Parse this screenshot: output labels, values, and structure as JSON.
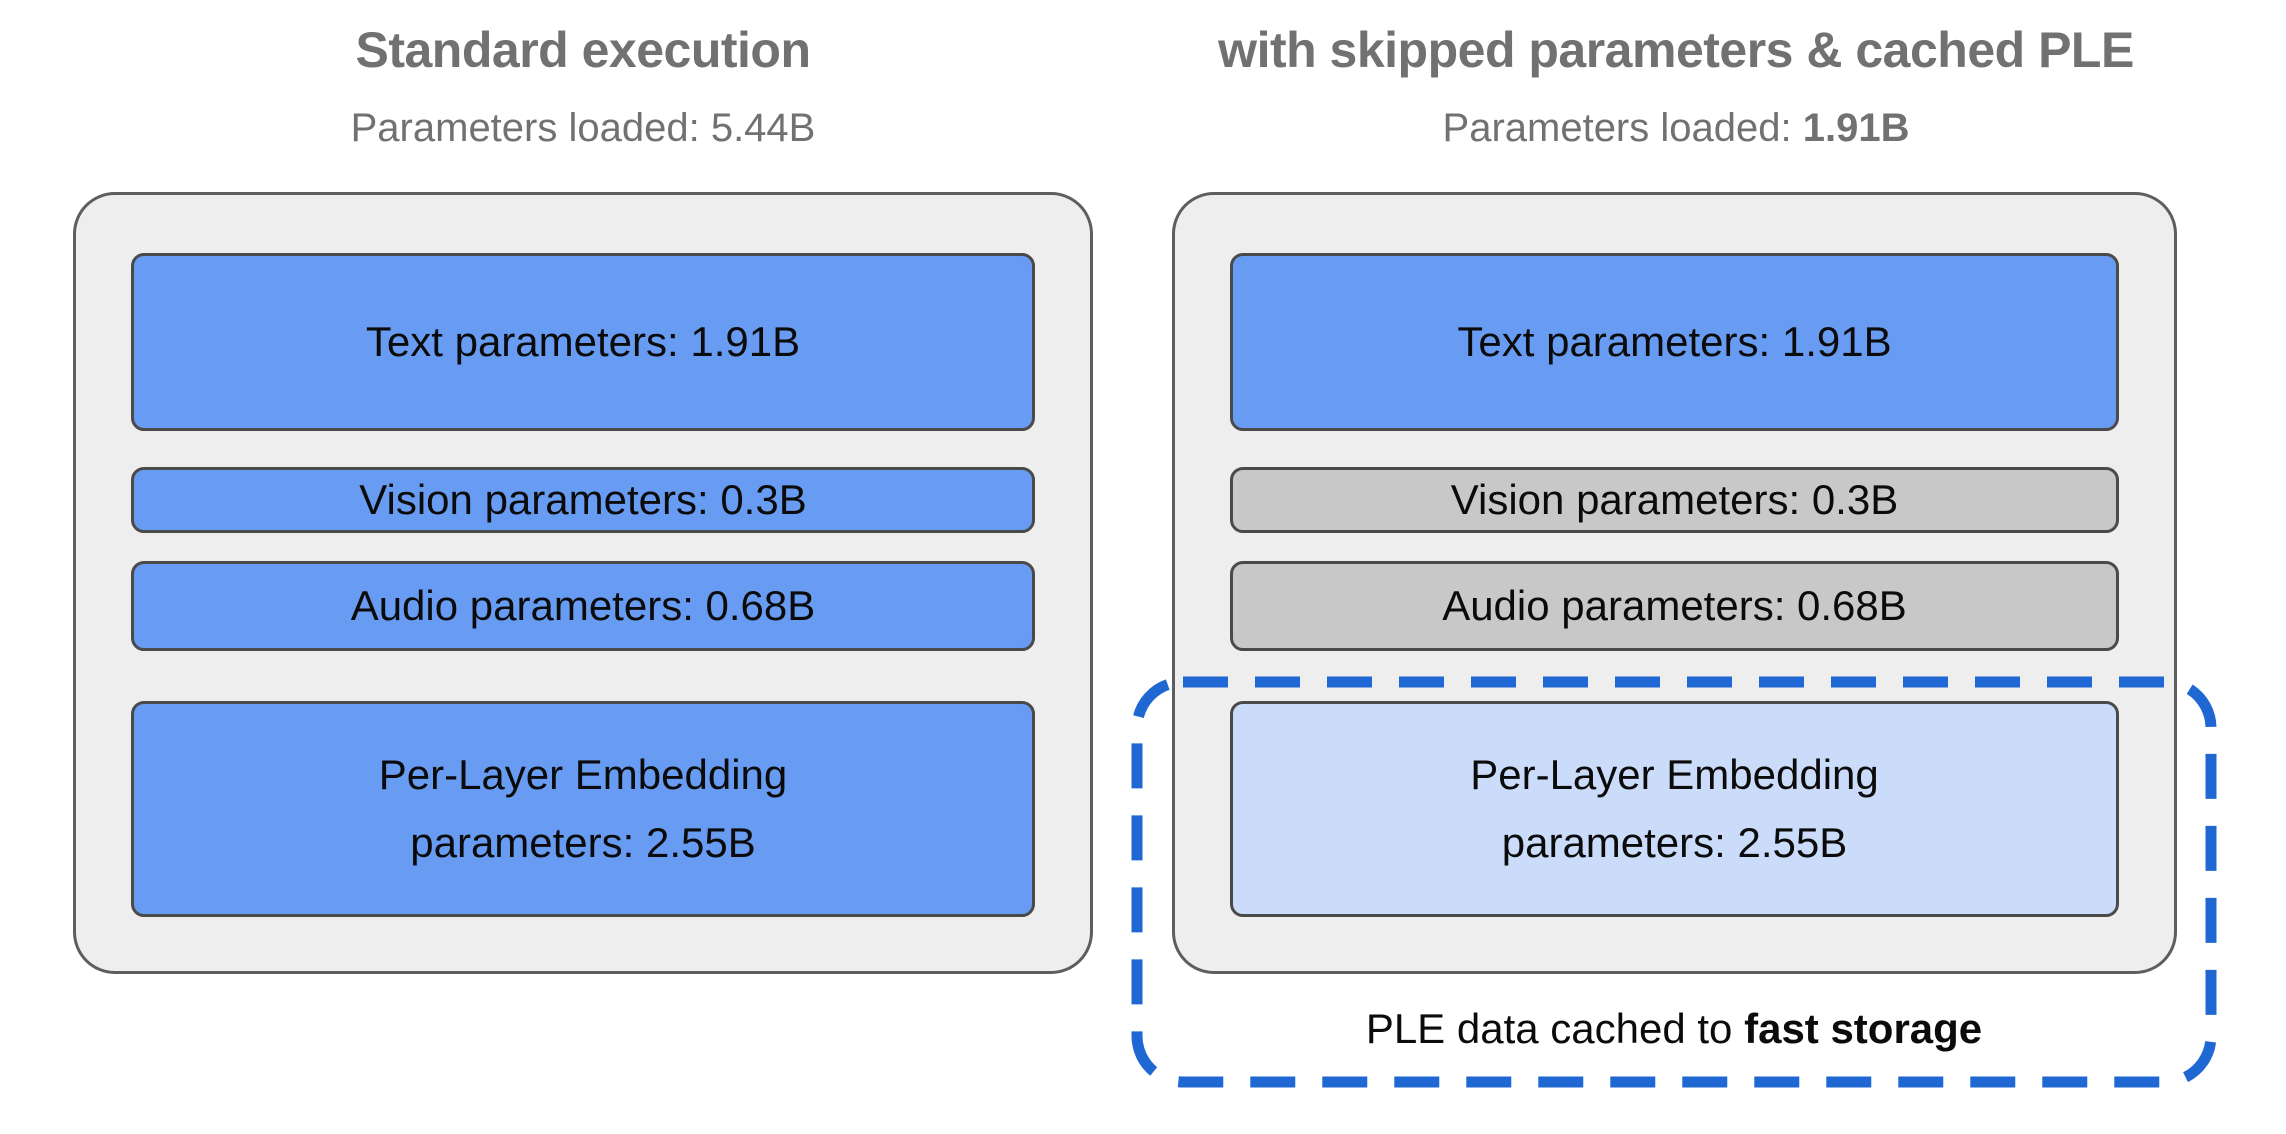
{
  "diagram": {
    "description": "Comparison of model parameter loading: standard execution vs skipped parameters with cached Per-Layer Embeddings"
  },
  "colors": {
    "loaded_blue": "#689cf3",
    "skipped_gray": "#c8c8c8",
    "cached_light_blue": "#cbdcfa",
    "dashed_outline_blue": "#1f67d2",
    "container_fill": "#eeeeee",
    "container_border": "#5e5e5e",
    "heading_gray": "#717171",
    "label_black": "#0b0b0b"
  },
  "left": {
    "title": "Standard execution",
    "subtitle": "Parameters loaded: 5.44B",
    "boxes": [
      {
        "name": "text-parameters",
        "label": "Text parameters: 1.91B",
        "value": "1.91B",
        "state": "loaded"
      },
      {
        "name": "vision-parameters",
        "label": "Vision parameters: 0.3B",
        "value": "0.3B",
        "state": "loaded"
      },
      {
        "name": "audio-parameters",
        "label": "Audio parameters: 0.68B",
        "value": "0.68B",
        "state": "loaded"
      },
      {
        "name": "per-layer-embedding-parameters",
        "label": "Per-Layer Embedding parameters: 2.55B",
        "value": "2.55B",
        "state": "loaded"
      }
    ]
  },
  "right": {
    "title": "with skipped parameters & cached PLE",
    "subtitle_label": "Parameters loaded: ",
    "subtitle_value": "1.91B",
    "boxes": [
      {
        "name": "text-parameters",
        "label": "Text parameters: 1.91B",
        "value": "1.91B",
        "state": "loaded"
      },
      {
        "name": "vision-parameters",
        "label": "Vision parameters: 0.3B",
        "value": "0.3B",
        "state": "skipped"
      },
      {
        "name": "audio-parameters",
        "label": "Audio parameters: 0.68B",
        "value": "0.68B",
        "state": "skipped"
      },
      {
        "name": "per-layer-embedding-parameters",
        "label": "Per-Layer Embedding parameters: 2.55B",
        "value": "2.55B",
        "state": "cached"
      }
    ],
    "caption_prefix": "PLE data cached to ",
    "caption_bold": "fast storage"
  }
}
